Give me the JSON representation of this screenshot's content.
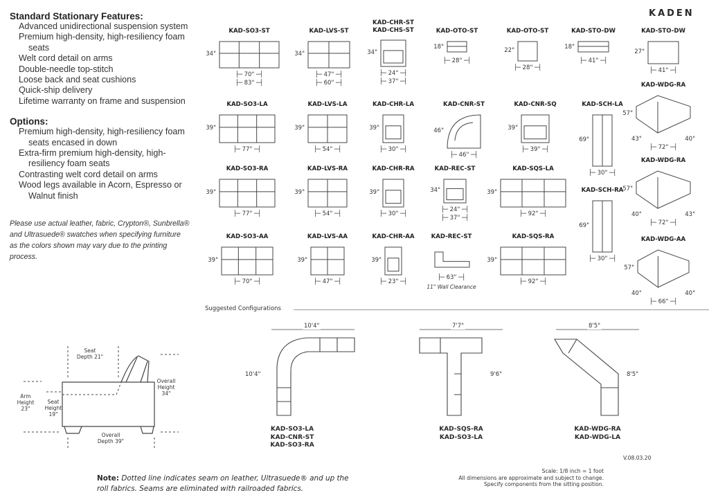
{
  "brand": "KADEN",
  "features": {
    "title": "Standard Stationary Features:",
    "items": [
      "Advanced unidirectional suspension system",
      "Premium high-density, high-resiliency foam seats",
      "Welt cord detail on arms",
      "Double-needle top-stitch",
      "Loose back and seat cushions",
      "Quick-ship delivery",
      "Lifetime warranty on frame and suspension"
    ]
  },
  "options": {
    "title": "Options:",
    "items": [
      "Premium high-density, high-resiliency foam seats encased in down",
      "Extra-firm premium high-density, high-resiliency foam seats",
      "Contrasting welt cord detail on arms",
      "Wood legs available in Acorn, Espresso or Walnut finish"
    ]
  },
  "swatch_note": "Please use actual leather, fabric, Crypton®, Sunbrella® and Ultrasuede® swatches when specifying furniture as the colors shown may vary due to the printing process.",
  "tiles": [
    {
      "code": "KAD-SO3-ST",
      "h": "34\"",
      "w": [
        "70\"",
        "83\""
      ]
    },
    {
      "code": "KAD-LVS-ST",
      "h": "34\"",
      "w": [
        "47\"",
        "60\""
      ]
    },
    {
      "code": "KAD-CHR-ST",
      "code2": "KAD-CHS-ST",
      "h": "34\"",
      "w": [
        "24\"",
        "37\""
      ]
    },
    {
      "code": "KAD-OTO-ST",
      "h": "18\"",
      "w": [
        "28\""
      ]
    },
    {
      "code": "KAD-OTO-ST",
      "h": "22\"",
      "w": [
        "28\""
      ]
    },
    {
      "code": "KAD-STO-DW",
      "h": "18\"",
      "w": [
        "41\""
      ]
    },
    {
      "code": "KAD-STO-DW",
      "h": "27\"",
      "w": [
        "41\""
      ]
    },
    {
      "code": "KAD-SO3-LA",
      "h": "39\"",
      "w": [
        "77\""
      ]
    },
    {
      "code": "KAD-LVS-LA",
      "h": "39\"",
      "w": [
        "54\""
      ]
    },
    {
      "code": "KAD-CHR-LA",
      "h": "39\"",
      "w": [
        "30\""
      ]
    },
    {
      "code": "KAD-CNR-ST",
      "h": "46\"",
      "w": [
        "46\""
      ]
    },
    {
      "code": "KAD-CNR-SQ",
      "h": "39\"",
      "w": [
        "39\""
      ]
    },
    {
      "code": "KAD-SCH-LA",
      "h": "69\"",
      "w": [
        "30\""
      ]
    },
    {
      "code": "KAD-WDG-RA",
      "h": "57\"",
      "w": [
        "43\"",
        "40\"",
        "72\""
      ]
    },
    {
      "code": "KAD-SO3-RA",
      "h": "39\"",
      "w": [
        "77\""
      ]
    },
    {
      "code": "KAD-LVS-RA",
      "h": "39\"",
      "w": [
        "54\""
      ]
    },
    {
      "code": "KAD-CHR-RA",
      "h": "39\"",
      "w": [
        "30\""
      ]
    },
    {
      "code": "KAD-REC-ST",
      "h": "34\"",
      "w": [
        "24\"",
        "37\""
      ]
    },
    {
      "code": "KAD-SQS-LA",
      "h": "39\"",
      "w": [
        "92\""
      ]
    },
    {
      "code": "KAD-SCH-RA",
      "h": "69\"",
      "w": [
        "30\""
      ]
    },
    {
      "code": "KAD-WDG-RA",
      "h": "57\"",
      "w": [
        "40\"",
        "43\"",
        "72\""
      ]
    },
    {
      "code": "KAD-SO3-AA",
      "h": "39\"",
      "w": [
        "70\""
      ]
    },
    {
      "code": "KAD-LVS-AA",
      "h": "39\"",
      "w": [
        "47\""
      ]
    },
    {
      "code": "KAD-CHR-AA",
      "h": "39\"",
      "w": [
        "23\""
      ]
    },
    {
      "code": "KAD-REC-ST",
      "h": "",
      "w": [
        "63\""
      ],
      "note": "11\" Wall Clearance"
    },
    {
      "code": "KAD-SQS-RA",
      "h": "39\"",
      "w": [
        "92\""
      ]
    },
    {
      "code": "KAD-WDG-AA",
      "h": "57\"",
      "w": [
        "40\"",
        "40\"",
        "66\""
      ]
    }
  ],
  "side_view": {
    "seat_depth": "Seat Depth 21\"",
    "arm_height": "Arm Height 23\"",
    "seat_height": "Seat Height 19\"",
    "overall_height": "Overall Height 34\"",
    "overall_depth": "Overall Depth 39\""
  },
  "configs": {
    "title": "Suggested Configurations",
    "items": [
      {
        "w": "10'4\"",
        "h": "10'4\"",
        "codes": [
          "KAD-SO3-LA",
          "KAD-CNR-ST",
          "KAD-SO3-RA"
        ]
      },
      {
        "w": "7'7\"",
        "h": "9'6\"",
        "codes": [
          "KAD-SQS-RA",
          "KAD-SO3-LA"
        ]
      },
      {
        "w": "8'5\"",
        "h": "8'5\"",
        "codes": [
          "KAD-WDG-RA",
          "KAD-WDG-LA"
        ]
      }
    ]
  },
  "footer": {
    "note_label": "Note:",
    "note": "Dotted line indicates seam on leather, Ultrasuede® and up the roll fabrics.  Seams are eliminated with railroaded fabrics.",
    "version": "V.08.03.20",
    "scale": "Scale: 1/8 inch = 1 foot",
    "disclaimer": "All dimensions are approximate and subject to change.",
    "specify": "Specify components from the sitting position."
  }
}
